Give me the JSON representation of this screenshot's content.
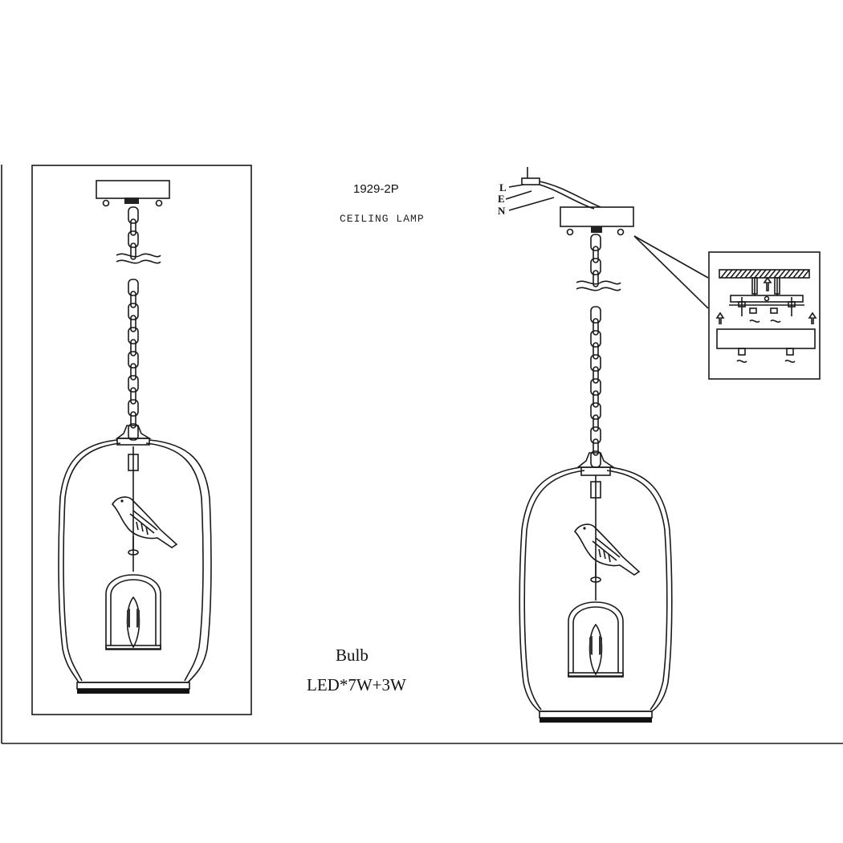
{
  "model": "1929-2P",
  "caption": "CEILING   LAMP",
  "bulb_title": "Bulb",
  "bulb_spec": "LED*7W+3W",
  "wires": {
    "live": "L",
    "earth": "E",
    "neutral": "N"
  },
  "icons": {
    "canopy": "canopy-plate-icon",
    "chain": "chain-icon",
    "glass_shade": "glass-shade-icon",
    "bird": "bird-figurine-icon",
    "cage": "cage-bulb-holder-icon",
    "mount_detail": "ceiling-mount-detail-icon"
  }
}
